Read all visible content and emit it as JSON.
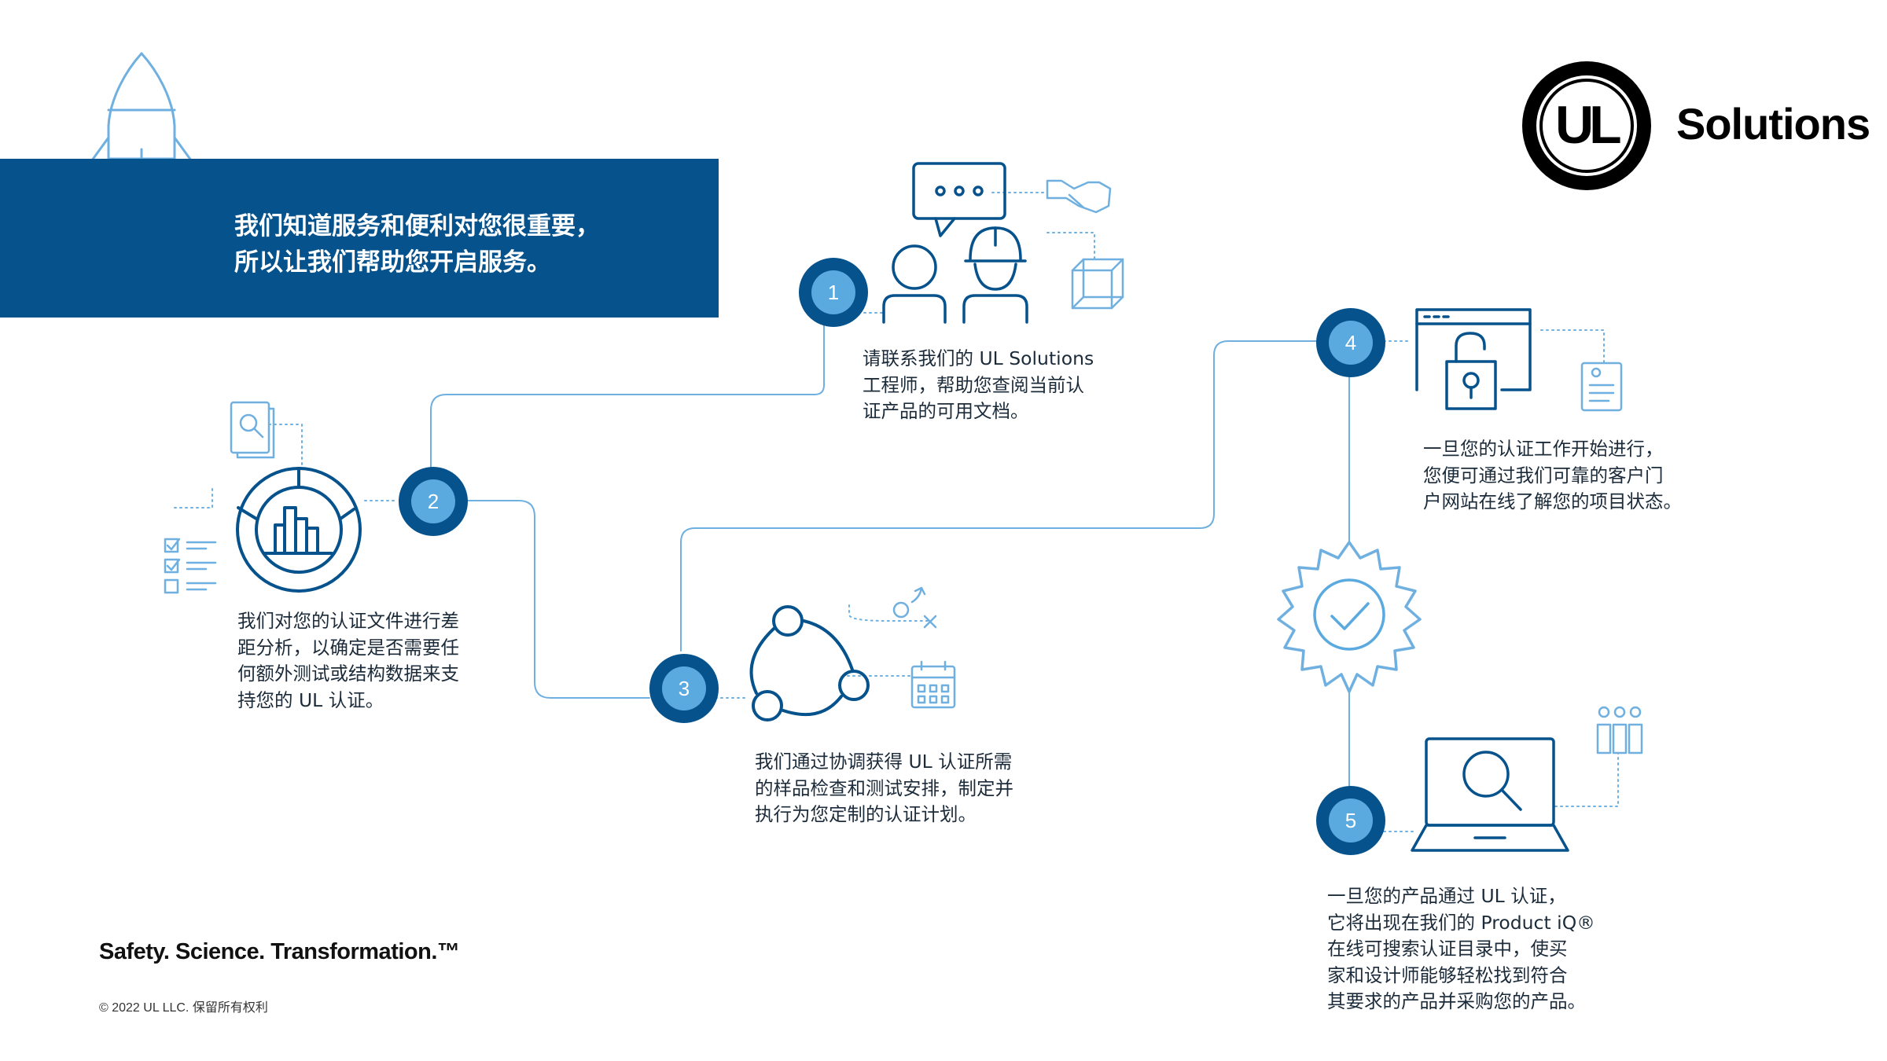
{
  "banner": {
    "line1": "我们知道服务和便利对您很重要，",
    "line2": "所以让我们帮助您开启服务。"
  },
  "logo": {
    "mark": "UL",
    "wordmark": "Solutions"
  },
  "steps": [
    {
      "number": "1",
      "lines": [
        "请联系我们的 UL Solutions",
        "工程师，帮助您查阅当前认",
        "证产品的可用文档。"
      ]
    },
    {
      "number": "2",
      "lines": [
        "我们对您的认证文件进行差",
        "距分析，以确定是否需要任",
        "何额外测试或结构数据来支",
        "持您的 UL 认证。"
      ]
    },
    {
      "number": "3",
      "lines": [
        "我们通过协调获得 UL 认证所需",
        "的样品检查和测试安排，制定并",
        "执行为您定制的认证计划。"
      ]
    },
    {
      "number": "4",
      "lines": [
        "一旦您的认证工作开始进行，",
        "您便可通过我们可靠的客户门",
        "户网站在线了解您的项目状态。"
      ]
    },
    {
      "number": "5",
      "lines": [
        "一旦您的产品通过 UL 认证，",
        "它将出现在我们的 Product iQ®",
        "在线可搜索认证目录中，使买",
        "家和设计师能够轻松找到符合",
        "其要求的产品并采购您的产品。"
      ]
    }
  ],
  "footer": {
    "tagline": "Safety. Science. Transformation.™",
    "copyright": "© 2022 UL LLC. 保留所有权利"
  },
  "colors": {
    "navy": "#06528c",
    "light_blue": "#5aa9df",
    "line_blue": "#6fb0e0",
    "text": "#1c2b3a"
  },
  "icons": [
    "rocket-icon",
    "chat-bubble-icon",
    "people-icon",
    "hard-hat-icon",
    "handshake-icon",
    "cube-icon",
    "document-search-icon",
    "chart-ring-icon",
    "checklist-icon",
    "cycle-icon",
    "strategy-icon",
    "calendar-icon",
    "browser-lock-icon",
    "certificate-icon",
    "seal-check-icon",
    "laptop-search-icon",
    "team-icon"
  ]
}
